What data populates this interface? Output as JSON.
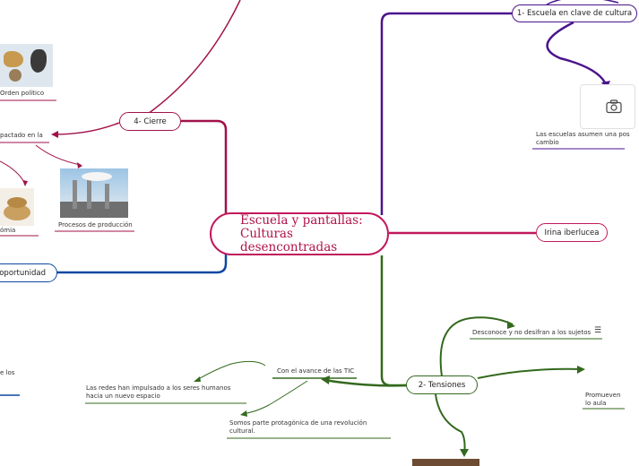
{
  "central": {
    "line1": "Escuela y pantallas:",
    "line2": "Culturas desencontradas"
  },
  "branches": {
    "b1": {
      "label": "1- Escuela en clave de cultura"
    },
    "b2": {
      "label": "2- Tensiones"
    },
    "b4": {
      "label": "4- Cierre"
    },
    "b3": {
      "label": "oportunidad"
    },
    "author": {
      "label": "Irina iberlucea"
    }
  },
  "nodes": {
    "orden": "Orden político",
    "impactado": "pactado en la",
    "economia": "ómia",
    "procesos": "Procesos de producción",
    "escuelas": "Las escuelas asumen una pos cambio",
    "desconoce": "Desconoce y no desifran a los sujetos",
    "avance": "Con el avance de las TIC",
    "redes": "Las redes han impulsado a los seres humanos hacia un nuevo espacio",
    "revolucion": "Somos parte protagónica de una revolución cultural.",
    "promueven": "Promueven lo aula",
    "losfrag": "e los"
  },
  "icons": {
    "camera": "camera-icon",
    "menu": "menu-icon"
  },
  "colors": {
    "pink": "#c2185b",
    "purple": "#4a148c",
    "green": "#33691e",
    "blue": "#0d47a1",
    "crimson": "#a0124a"
  }
}
